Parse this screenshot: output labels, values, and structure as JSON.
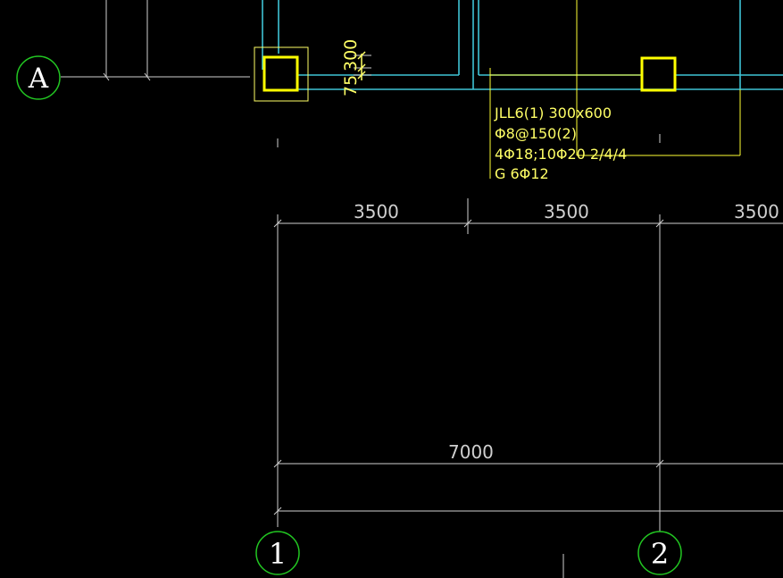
{
  "colors": {
    "background": "#000000",
    "beam_line": "#3fc4d6",
    "column": "#ffff00",
    "annotation": "#ffff66",
    "dimension": "#cfcfcf",
    "axis_bubble": "#22c722"
  },
  "axes": {
    "row_a": "A",
    "col_1": "1",
    "col_2": "2"
  },
  "dimensions": {
    "span_1": "3500",
    "span_2": "3500",
    "span_3": "3500",
    "total_1_2": "7000"
  },
  "beam_annotation": {
    "line1": "JLL6(1) 300x600",
    "line2": "Φ8@150(2)",
    "line3": "4Φ18;10Φ20 2/4/4",
    "line4": "G 6Φ12"
  },
  "small_dims": {
    "offset_300": "300",
    "offset_75": "75"
  }
}
